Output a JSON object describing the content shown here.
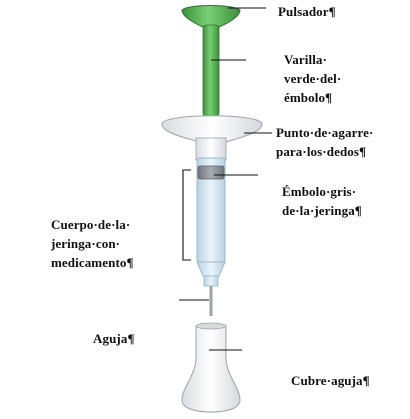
{
  "labels": {
    "pulsador": [
      "Pulsador¶"
    ],
    "varilla": [
      "Varilla·",
      "verde·del·",
      "émbolo¶"
    ],
    "agarre": [
      "Punto·de·agarre·",
      "para·los·dedos¶"
    ],
    "embolo_gris": [
      "Émbolo·gris·",
      "de·la·jeringa¶"
    ],
    "cuerpo": [
      "Cuerpo·de·la·",
      "jeringa·con·",
      "medicamento¶"
    ],
    "aguja": [
      "Aguja¶"
    ],
    "cubre_aguja": [
      "Cubre·aguja¶"
    ]
  },
  "colors": {
    "green": "#5cb85a",
    "green_dark": "#3f8f3d",
    "barrel": "#d8e9f5",
    "barrel_edge": "#9fb7c8",
    "white_part": "#f4f6f7",
    "grey_part": "#8a8f94",
    "line": "#111111"
  }
}
